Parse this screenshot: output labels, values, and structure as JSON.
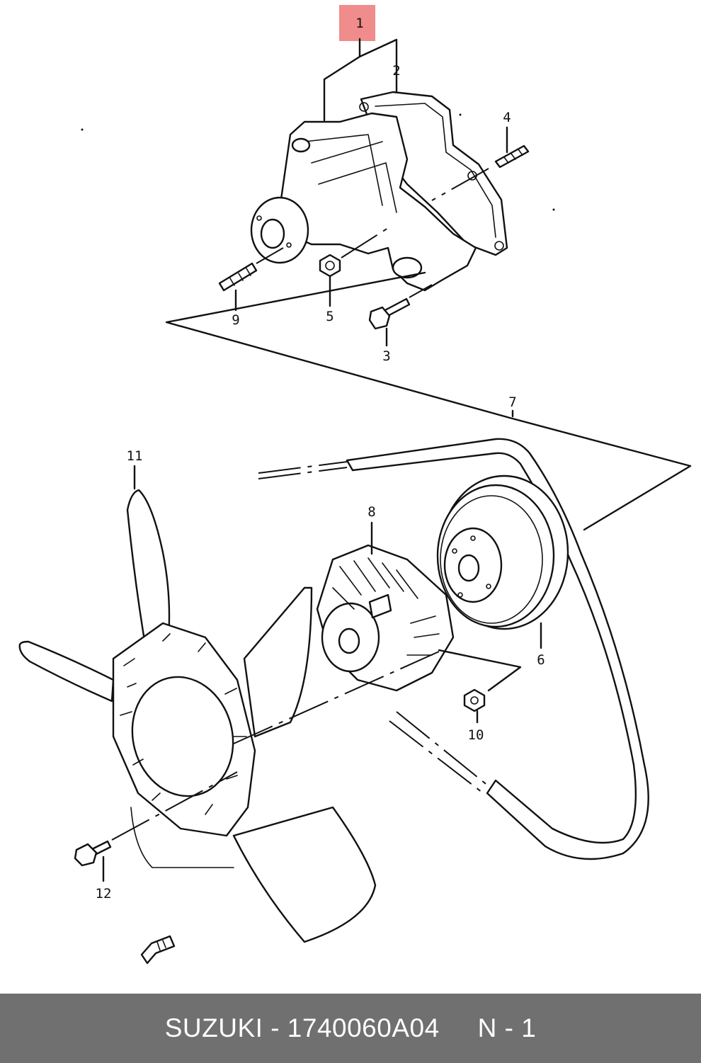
{
  "colors": {
    "highlight": "#f08c8c",
    "footer_background": "#707070",
    "footer_text": "#ffffff",
    "line": "#111111"
  },
  "callouts": [
    {
      "id": "1",
      "label": "1",
      "highlighted": true
    },
    {
      "id": "2",
      "label": "2"
    },
    {
      "id": "3",
      "label": "3"
    },
    {
      "id": "4",
      "label": "4"
    },
    {
      "id": "5",
      "label": "5"
    },
    {
      "id": "6",
      "label": "6"
    },
    {
      "id": "7",
      "label": "7"
    },
    {
      "id": "8",
      "label": "8"
    },
    {
      "id": "9",
      "label": "9"
    },
    {
      "id": "10",
      "label": "10"
    },
    {
      "id": "11",
      "label": "11"
    },
    {
      "id": "12",
      "label": "12"
    }
  ],
  "footer": {
    "brand": "SUZUKI",
    "separator": "-",
    "part_number": "1740060A04",
    "position_code": "N - 1"
  }
}
